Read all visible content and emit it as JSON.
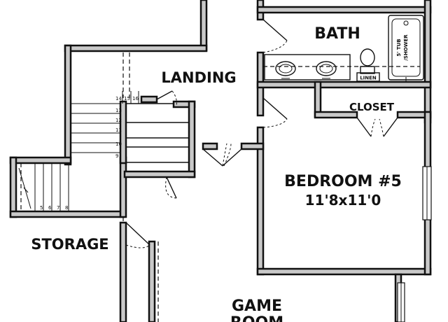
{
  "rooms": {
    "bath": "BATH",
    "landing": "LANDING",
    "closet": "CLOSET",
    "bedroom_name": "BEDROOM #5",
    "bedroom_size": "11'8x11'0",
    "storage": "STORAGE",
    "game_line1": "GAME",
    "game_line2": "ROOM"
  },
  "fixtures": {
    "linen": "LINEN",
    "tub_line1": "5' TUB",
    "tub_line2": "/SHOWER"
  },
  "stairs": {
    "upper_top": [
      "14",
      "15",
      "16"
    ],
    "upper_side": [
      "13",
      "12",
      "11",
      "10",
      "9"
    ],
    "lower": [
      "5",
      "6",
      "7",
      "8"
    ]
  }
}
